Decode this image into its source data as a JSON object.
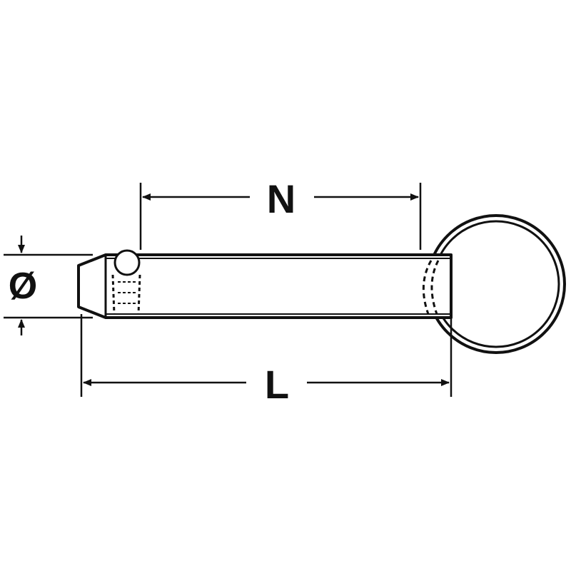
{
  "diagram": {
    "labels": {
      "length_overall": "L",
      "length_usable": "N",
      "diameter": "Ø"
    },
    "colors": {
      "line": "#111111",
      "background": "#ffffff"
    }
  }
}
